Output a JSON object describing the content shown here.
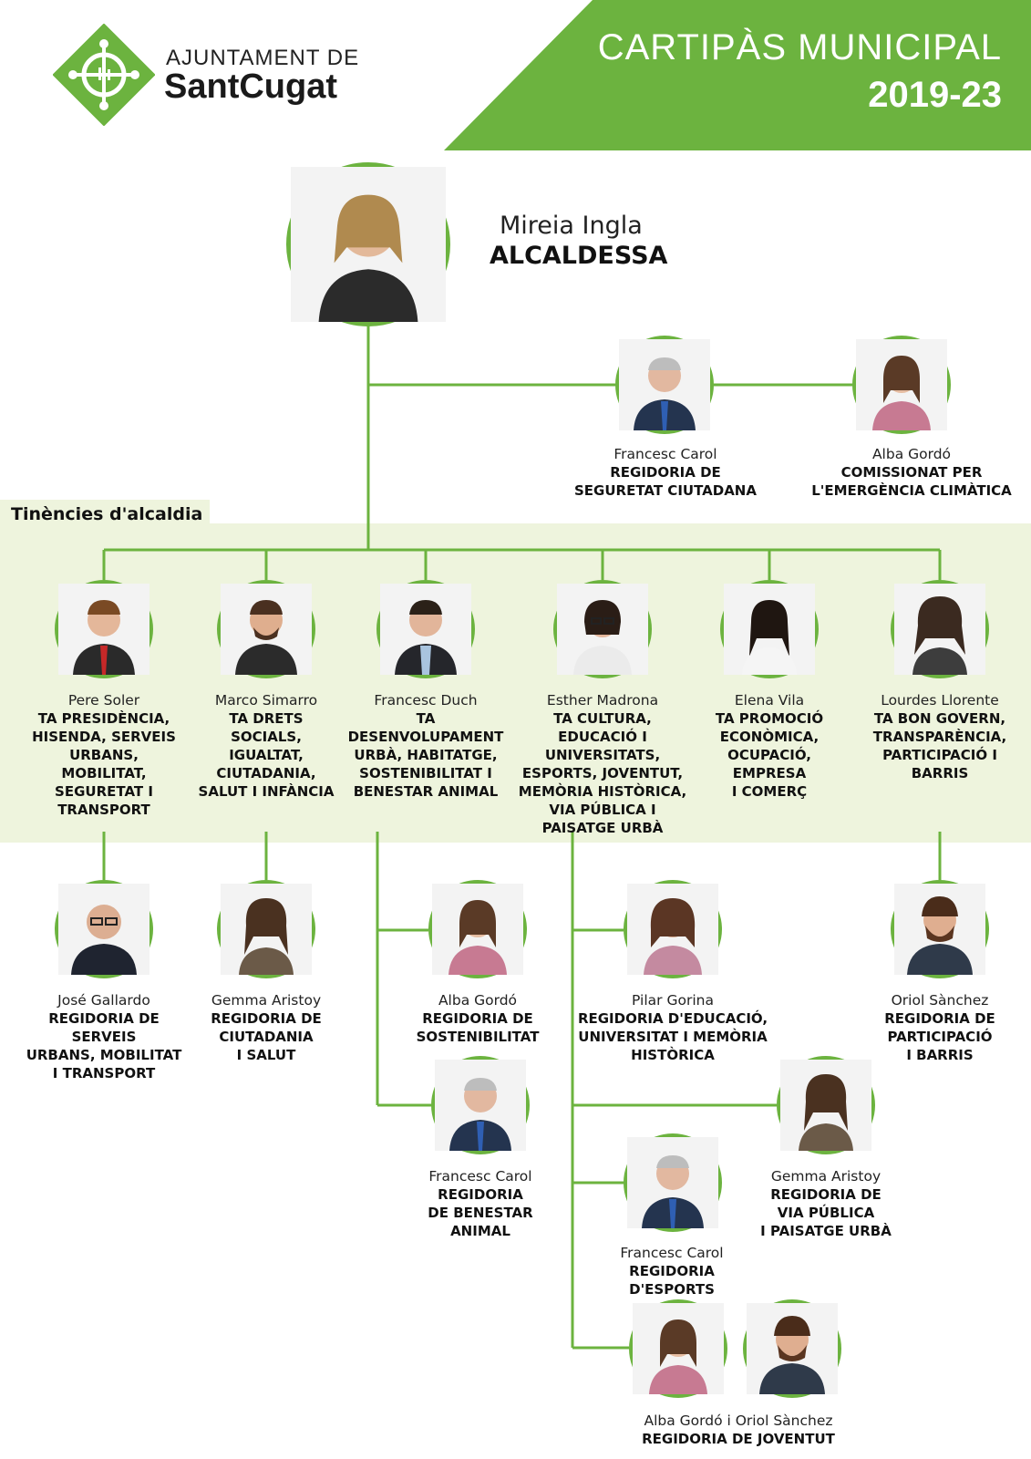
{
  "header": {
    "logo_line1": "AJUNTAMENT DE",
    "logo_line2": "SantCugat",
    "title": "CARTIPÀS MUNICIPAL",
    "period": "2019-23"
  },
  "colors": {
    "accent": "#6cb33f",
    "band": "#eef4dd"
  },
  "mayor": {
    "name": "Mireia Ingla",
    "role": "ALCALDESSA"
  },
  "band_label": "Tinències d'alcaldia",
  "top_roles": [
    {
      "name": "Francesc Carol",
      "role": "REGIDORIA DE\nSEGURETAT CIUTADANA"
    },
    {
      "name": "Alba Gordó",
      "role": "COMISSIONAT PER\nL'EMERGÈNCIA CLIMÀTICA"
    }
  ],
  "deputies": [
    {
      "name": "Pere Soler",
      "role": "TA PRESIDÈNCIA,\nHISENDA, SERVEIS\nURBANS,\nMOBILITAT,\nSEGURETAT  I\nTRANSPORT"
    },
    {
      "name": "Marco Simarro",
      "role": "TA DRETS\nSOCIALS,\nIGUALTAT,\nCIUTADANIA,\nSALUT I INFÀNCIA"
    },
    {
      "name": "Francesc Duch",
      "role": "TA\nDESENVOLUPAMENT\nURBÀ, HABITATGE,\nSOSTENIBILITAT I\nBENESTAR ANIMAL"
    },
    {
      "name": "Esther Madrona",
      "role": "TA CULTURA,\nEDUCACIÓ I\nUNIVERSITATS,\nESPORTS, JOVENTUT,\nMEMÒRIA HISTÒRICA,\nVIA PÚBLICA I\nPAISATGE URBÀ"
    },
    {
      "name": "Elena Vila",
      "role": "TA  PROMOCIÓ\nECONÒMICA,\nOCUPACIÓ, EMPRESA\nI COMERÇ"
    },
    {
      "name": "Lourdes Llorente",
      "role": "TA BON GOVERN,\nTRANSPARÈNCIA,\nPARTICIPACIÓ I\nBARRIS"
    }
  ],
  "councillors": {
    "gallardo": {
      "name": "José Gallardo",
      "role": "REGIDORIA DE SERVEIS\nURBANS, MOBILITAT\nI TRANSPORT"
    },
    "aristoy1": {
      "name": "Gemma Aristoy",
      "role": "REGIDORIA DE\nCIUTADANIA\nI SALUT"
    },
    "gordo": {
      "name": "Alba Gordó",
      "role": "REGIDORIA DE\nSOSTENIBILITAT"
    },
    "carol1": {
      "name": "Francesc Carol",
      "role": "REGIDORIA\nDE BENESTAR\nANIMAL"
    },
    "gorina": {
      "name": "Pilar Gorina",
      "role": "REGIDORIA D'EDUCACIÓ,\nUNIVERSITAT I MEMÒRIA\nHISTÒRICA"
    },
    "aristoy2": {
      "name": "Gemma Aristoy",
      "role": "REGIDORIA DE\nVIA PÚBLICA\nI PAISATGE URBÀ"
    },
    "carol2": {
      "name": "Francesc Carol",
      "role": "REGIDORIA\nD'ESPORTS"
    },
    "sanchez": {
      "name": "Oriol Sànchez",
      "role": "REGIDORIA DE\nPARTICIPACIÓ\nI BARRIS"
    },
    "joventut": {
      "name": "Alba Gordó i Oriol Sànchez",
      "role": "REGIDORIA DE JOVENTUT"
    }
  }
}
